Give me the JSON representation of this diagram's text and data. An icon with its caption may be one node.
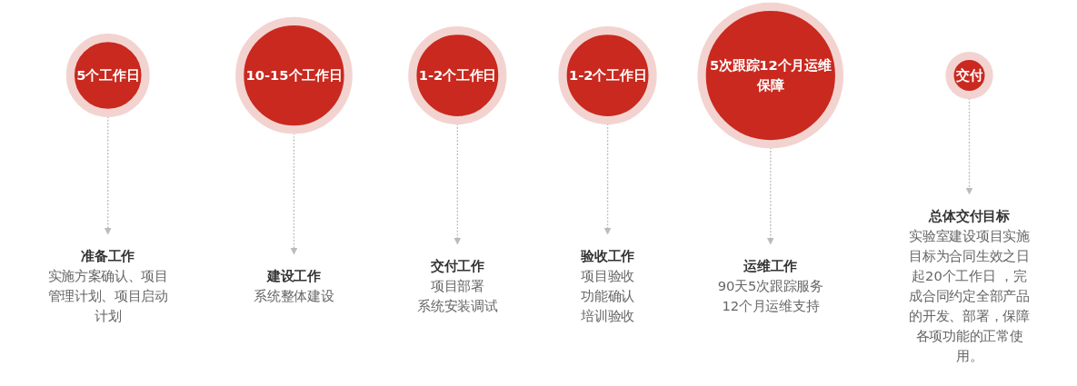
{
  "diagram": {
    "nodes": [
      {
        "text": [
          "5个工作日"
        ]
      },
      {
        "text": [
          "准备工作",
          "实施方案确认、项目管理计划、项目启动计划"
        ]
      },
      {
        "text": [
          "10-15个工作日"
        ]
      },
      {
        "text": [
          "建设工作",
          "系统整体建设"
        ]
      },
      {
        "text": [
          "1-2个工作日"
        ]
      },
      {
        "text": [
          "交付工作",
          "项目部署",
          "系统安装调试"
        ]
      },
      {
        "text": [
          "1-2个工作日"
        ]
      },
      {
        "text": [
          "验收工作",
          "项目验收",
          "功能确认",
          "培训验收"
        ]
      },
      {
        "text": [
          "5次跟踪12个月运维保障"
        ]
      },
      {
        "text": [
          "运维工作",
          "90天5次跟踪服务",
          "12个月运维支持"
        ]
      },
      {
        "text": [
          "交付"
        ]
      },
      {
        "text": [
          "总体交付目标",
          "实验室建设项目实施目标为合同生效之日起20个工作日 ，完成合同约定全部产品的开发、部署，保障各项功能的正常使用。"
        ]
      }
    ],
    "edges": [
      {
        "from": 0,
        "to": 1,
        "arrow": "to",
        "style": "dashed"
      },
      {
        "from": 2,
        "to": 3,
        "arrow": "to",
        "style": "dashed"
      },
      {
        "from": 4,
        "to": 5,
        "arrow": "to",
        "style": "dashed"
      },
      {
        "from": 6,
        "to": 7,
        "arrow": "to",
        "style": "dashed"
      },
      {
        "from": 8,
        "to": 9,
        "arrow": "to",
        "style": "dashed"
      },
      {
        "from": 10,
        "to": 11,
        "arrow": "to",
        "style": "dashed"
      }
    ]
  }
}
